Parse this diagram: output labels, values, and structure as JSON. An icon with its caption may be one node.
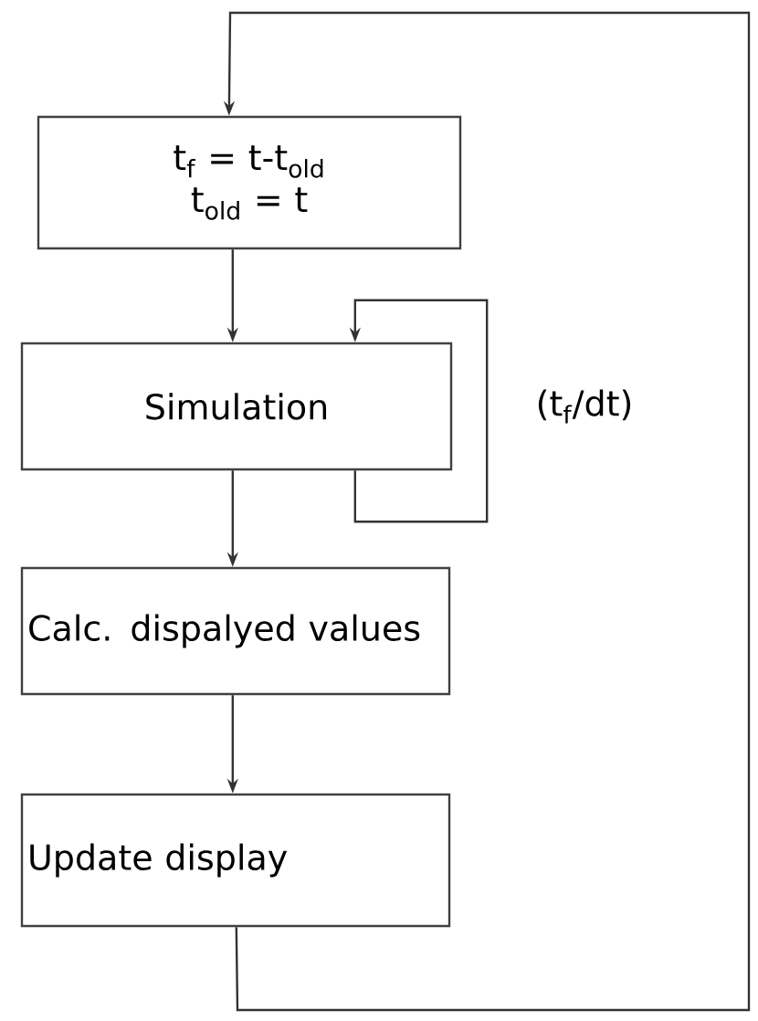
{
  "diagram": {
    "nodes": [
      {
        "text": [
          "t$_{f}$ = t-t$_{old}$",
          "t$_{old}$ = t"
        ]
      },
      {
        "text": [
          "Simulation"
        ]
      },
      {
        "text": [
          "Calc. dispalyed values"
        ]
      },
      {
        "text": [
          "Update display"
        ]
      }
    ],
    "edges": [
      {
        "from": 3,
        "to": 0,
        "arrow": "to"
      },
      {
        "from": 0,
        "to": 1,
        "arrow": "to"
      },
      {
        "from": 1,
        "to": 1,
        "arrow": "to",
        "label": "(t$_{f}$/dt)"
      },
      {
        "from": 1,
        "to": 2,
        "arrow": "to"
      },
      {
        "from": 2,
        "to": 3,
        "arrow": "to"
      }
    ]
  }
}
